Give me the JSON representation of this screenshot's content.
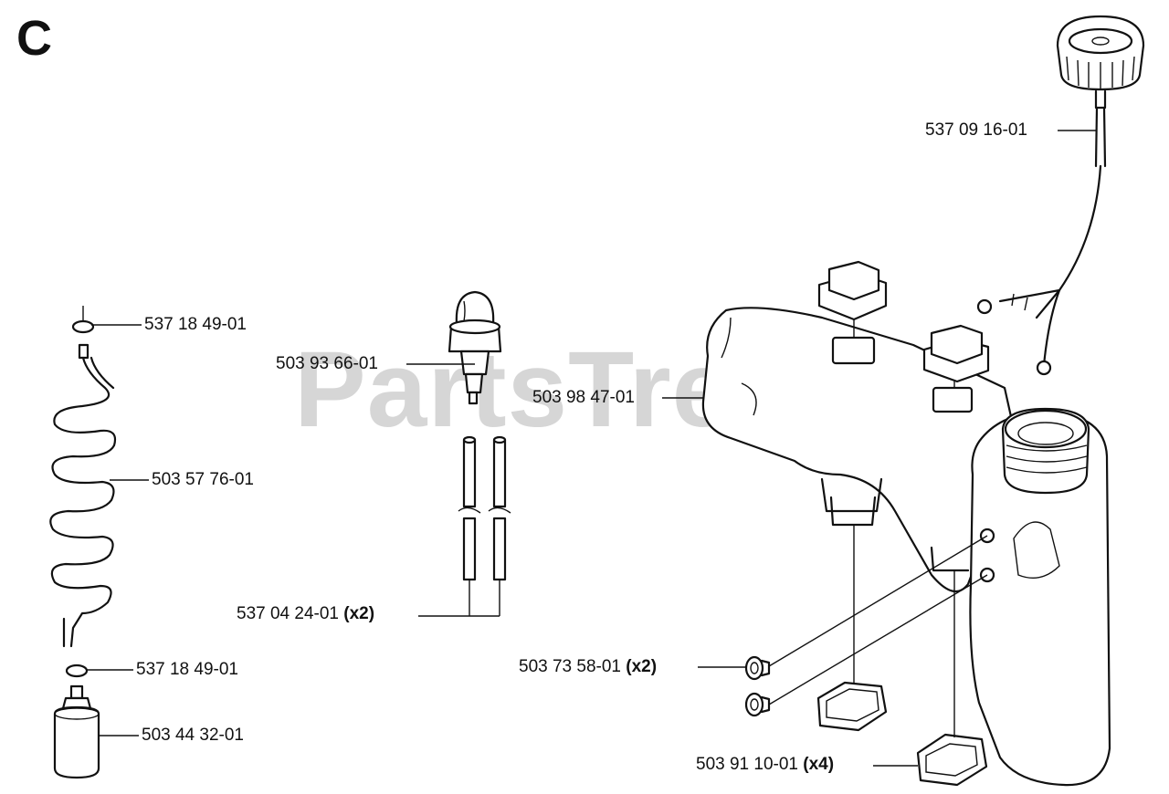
{
  "section_letter": "C",
  "watermark": "PartsTree",
  "parts": [
    {
      "id": "fuel_cap",
      "number": "537 09 16-01",
      "qty": ""
    },
    {
      "id": "ring_top",
      "number": "537 18 49-01",
      "qty": ""
    },
    {
      "id": "primer_bulb",
      "number": "503 93 66-01",
      "qty": ""
    },
    {
      "id": "fuel_tank",
      "number": "503 98 47-01",
      "qty": ""
    },
    {
      "id": "fuel_hose_coil",
      "number": "503 57 76-01",
      "qty": ""
    },
    {
      "id": "tubes",
      "number": "537 04 24-01",
      "qty": "(x2)"
    },
    {
      "id": "grommet",
      "number": "503 73 58-01",
      "qty": "(x2)"
    },
    {
      "id": "ring_bottom",
      "number": "537 18 49-01",
      "qty": ""
    },
    {
      "id": "fuel_filter",
      "number": "503 44 32-01",
      "qty": ""
    },
    {
      "id": "vibration_damper",
      "number": "503 91 10-01",
      "qty": "(x4)"
    }
  ]
}
